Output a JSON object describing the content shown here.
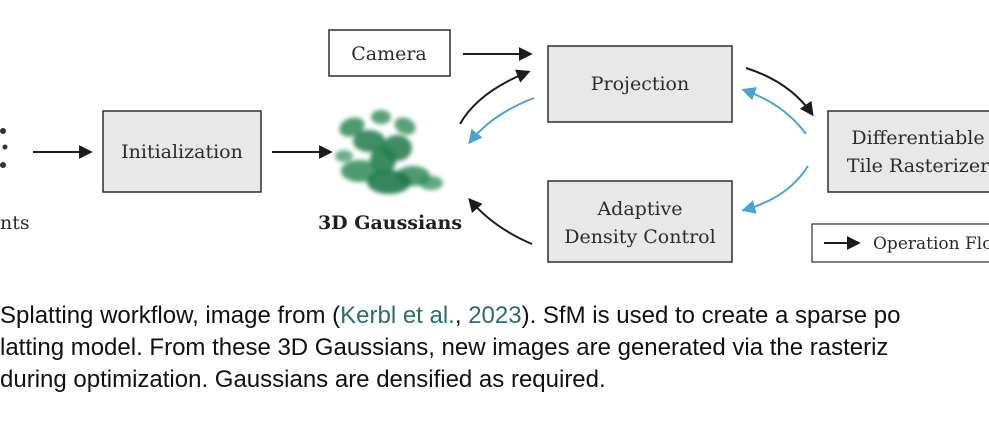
{
  "colors": {
    "box_fill": "#e8e8e8",
    "box_stroke": "#2e2e2e",
    "arrow_dark": "#1c1c1c",
    "arrow_blue": "#4aa3d5",
    "gaussian_green": "#2e8b57",
    "citation": "#2a6f6a"
  },
  "diagram": {
    "points_label": "nts",
    "initialization": "Initialization",
    "camera": "Camera",
    "projection": "Projection",
    "rasterizer_line1": "Differentiable",
    "rasterizer_line2": "Tile Rasterizer",
    "adaptive_line1": "Adaptive",
    "adaptive_line2": "Density Control",
    "gaussians_label": "3D Gaussians",
    "legend_label": "Operation Flo"
  },
  "caption": {
    "line1_pre": "Splatting workflow, image from (",
    "line1_cite_author": "Kerbl et al.",
    "line1_sep": ", ",
    "line1_cite_year": "2023",
    "line1_post": "). SfM is used to create a sparse po",
    "line2": "latting model. From these 3D Gaussians, new images are generated via the rasteriz",
    "line3": "during optimization. Gaussians are densified as required."
  }
}
